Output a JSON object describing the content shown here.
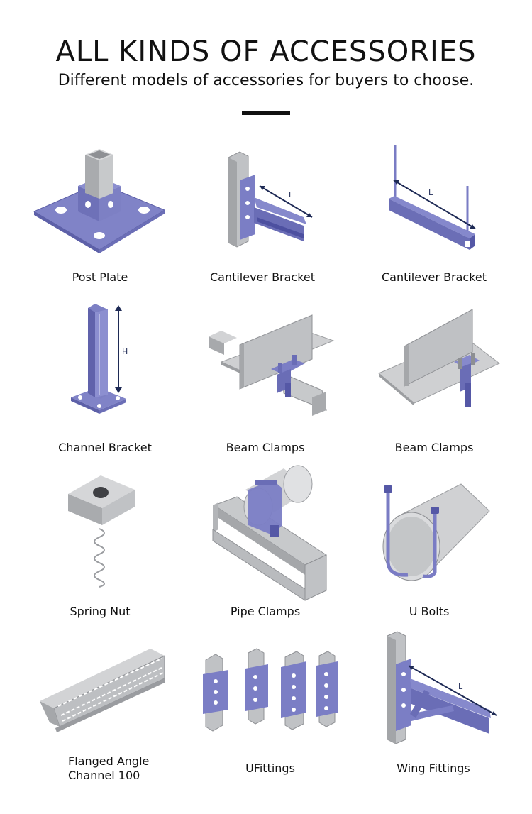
{
  "header": {
    "title": "ALL KINDS OF ACCESSORIES",
    "subtitle": "Different models of accessories for buyers to choose."
  },
  "colors": {
    "steel": "#c4c6c8",
    "steel_dark": "#9a9ca0",
    "purple": "#7a7cc4",
    "purple_dark": "#5558a6",
    "arrow": "#1e2a55"
  },
  "items": [
    {
      "label": "Post Plate",
      "icon": "post-plate-icon"
    },
    {
      "label": "Cantilever Bracket",
      "icon": "cantilever-bracket-icon",
      "dimension": "L"
    },
    {
      "label": "Cantilever Bracket",
      "icon": "cantilever-bracket-rods-icon",
      "dimension": "L"
    },
    {
      "label": "Channel Bracket",
      "icon": "channel-bracket-icon",
      "dimension": "H"
    },
    {
      "label": "Beam Clamps",
      "icon": "beam-clamp-icon"
    },
    {
      "label": "Beam Clamps",
      "icon": "beam-clamp-icon"
    },
    {
      "label": "Spring Nut",
      "icon": "spring-nut-icon"
    },
    {
      "label": "Pipe Clamps",
      "icon": "pipe-clamp-icon"
    },
    {
      "label": "U Bolts",
      "icon": "u-bolt-icon"
    },
    {
      "label": "Flanged Angle Channel 100",
      "icon": "flanged-angle-channel-icon"
    },
    {
      "label": "UFittings",
      "icon": "u-fittings-icon"
    },
    {
      "label": "Wing Fittings",
      "icon": "wing-fitting-icon",
      "dimension": "L"
    }
  ]
}
